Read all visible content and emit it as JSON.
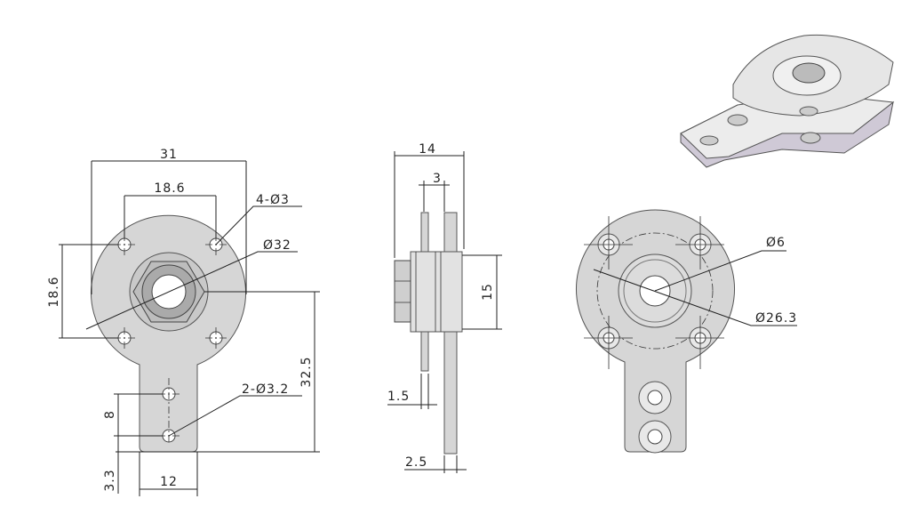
{
  "drawing": {
    "front_view": {
      "overall_width": "31",
      "hole_spacing_horizontal": "18.6",
      "hole_spacing_vertical": "18.6",
      "mount_holes": "4-Ø3",
      "flange_diameter": "Ø32",
      "center_to_tab_end": "32.5",
      "tab_holes": "2-Ø3.2",
      "tab_hole_pitch": "8",
      "tab_hole_edge": "3.3",
      "tab_width": "12"
    },
    "side_view": {
      "overall_length": "14",
      "flange_gap": "3",
      "body_diameter": "15",
      "thin_plate": "1.5",
      "thick_plate": "2.5"
    },
    "rear_view": {
      "bore_diameter": "Ø6",
      "pitch_circle": "Ø26.3"
    },
    "colors": {
      "part_fill": "#d6d6d6",
      "line": "#222222"
    }
  }
}
